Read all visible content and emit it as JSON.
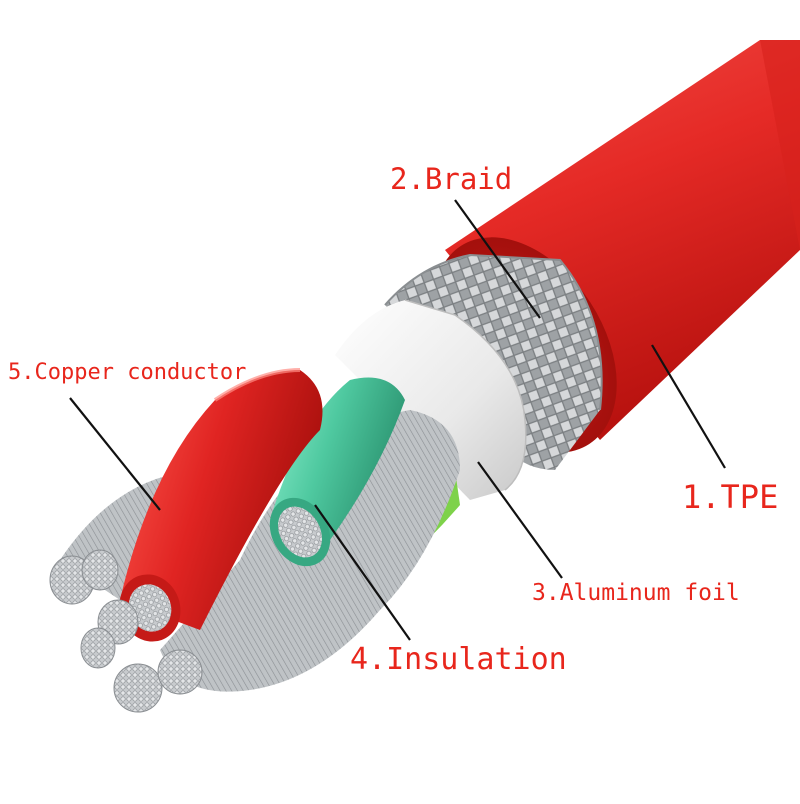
{
  "labels": {
    "braid": "2.Braid",
    "copper": "5.Copper conductor",
    "tpe": "1.TPE",
    "foil": "3.Aluminum foil",
    "insulation": "4.Insulation"
  },
  "colors": {
    "label": "#e8261c",
    "jacket": "#e52a26",
    "jacket_dark": "#b8120f",
    "braid": "#b9bcbe",
    "foil": "#eeeeee",
    "insulation_red": "#e02422",
    "insulation_green": "#4fc9a0",
    "insulation_lime": "#7ed24a",
    "insulation_purple": "#b86fe0",
    "copper": "#b8bcc0",
    "leader": "#111111"
  }
}
